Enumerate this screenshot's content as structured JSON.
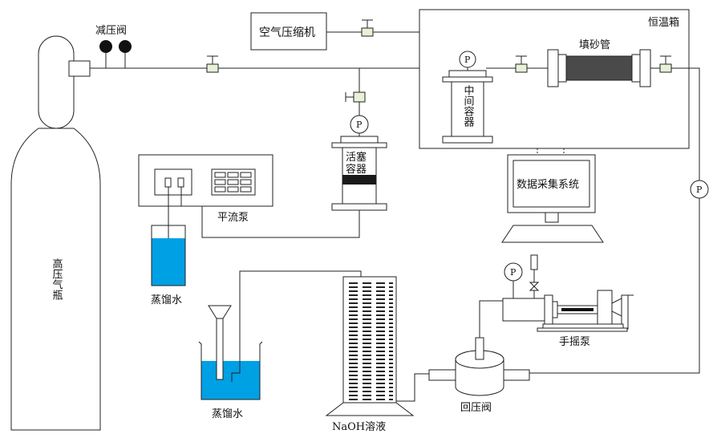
{
  "labels": {
    "cylinder": "高压气瓶",
    "reducer": "减压阀",
    "compressor": "空气压缩机",
    "oven": "恒温箱",
    "sand_pack": "填砂管",
    "middle_container": "中间容器",
    "piston_container_1": "活塞",
    "piston_container_2": "容器",
    "constant_pump": "平流泵",
    "distilled_water_1": "蒸馏水",
    "distilled_water_2": "蒸馏水",
    "naoh": "NaOH溶液",
    "data_system": "数据采集系统",
    "hand_pump": "手摇泵",
    "back_pressure": "回压阀",
    "pressure_gauge": "P"
  },
  "colors": {
    "water": "#00a0e4",
    "sand_pack": "#4a4a4a",
    "piston": "#1a1a1a",
    "valve_body": "#e8f0d8"
  }
}
